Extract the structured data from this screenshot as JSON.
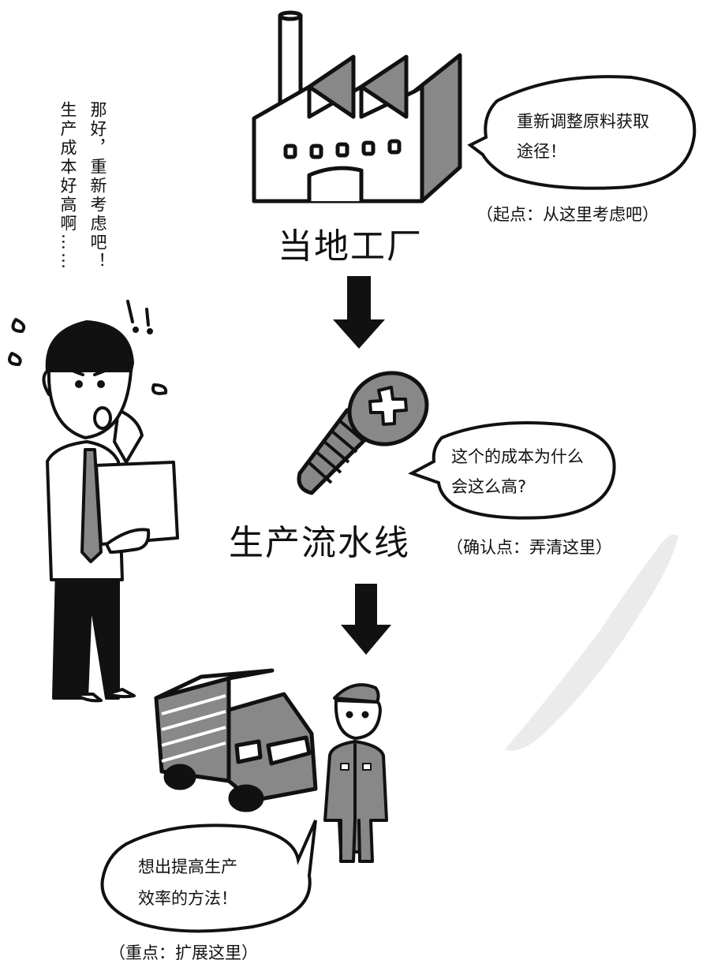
{
  "stages": {
    "factory": {
      "label": "当地工厂",
      "bubble_line1": "重新调整原料获取",
      "bubble_line2": "途径！",
      "note": "（起点：从这里考虑吧）"
    },
    "assembly": {
      "label": "生产流水线",
      "bubble_line1": "这个的成本为什么",
      "bubble_line2": "会这么高?",
      "note": "（确认点：弄清这里）"
    },
    "delivery": {
      "bubble_line1": "想出提高生产",
      "bubble_line2": "效率的方法！",
      "note": "（重点：扩展这里）"
    }
  },
  "manager": {
    "thought_col1": "生产成本好高啊……",
    "thought_col2": "那好，重新考虑吧！"
  },
  "colors": {
    "ink": "#111111",
    "gray_fill": "#8a8a8a",
    "light_gray": "#cfcfcf"
  }
}
